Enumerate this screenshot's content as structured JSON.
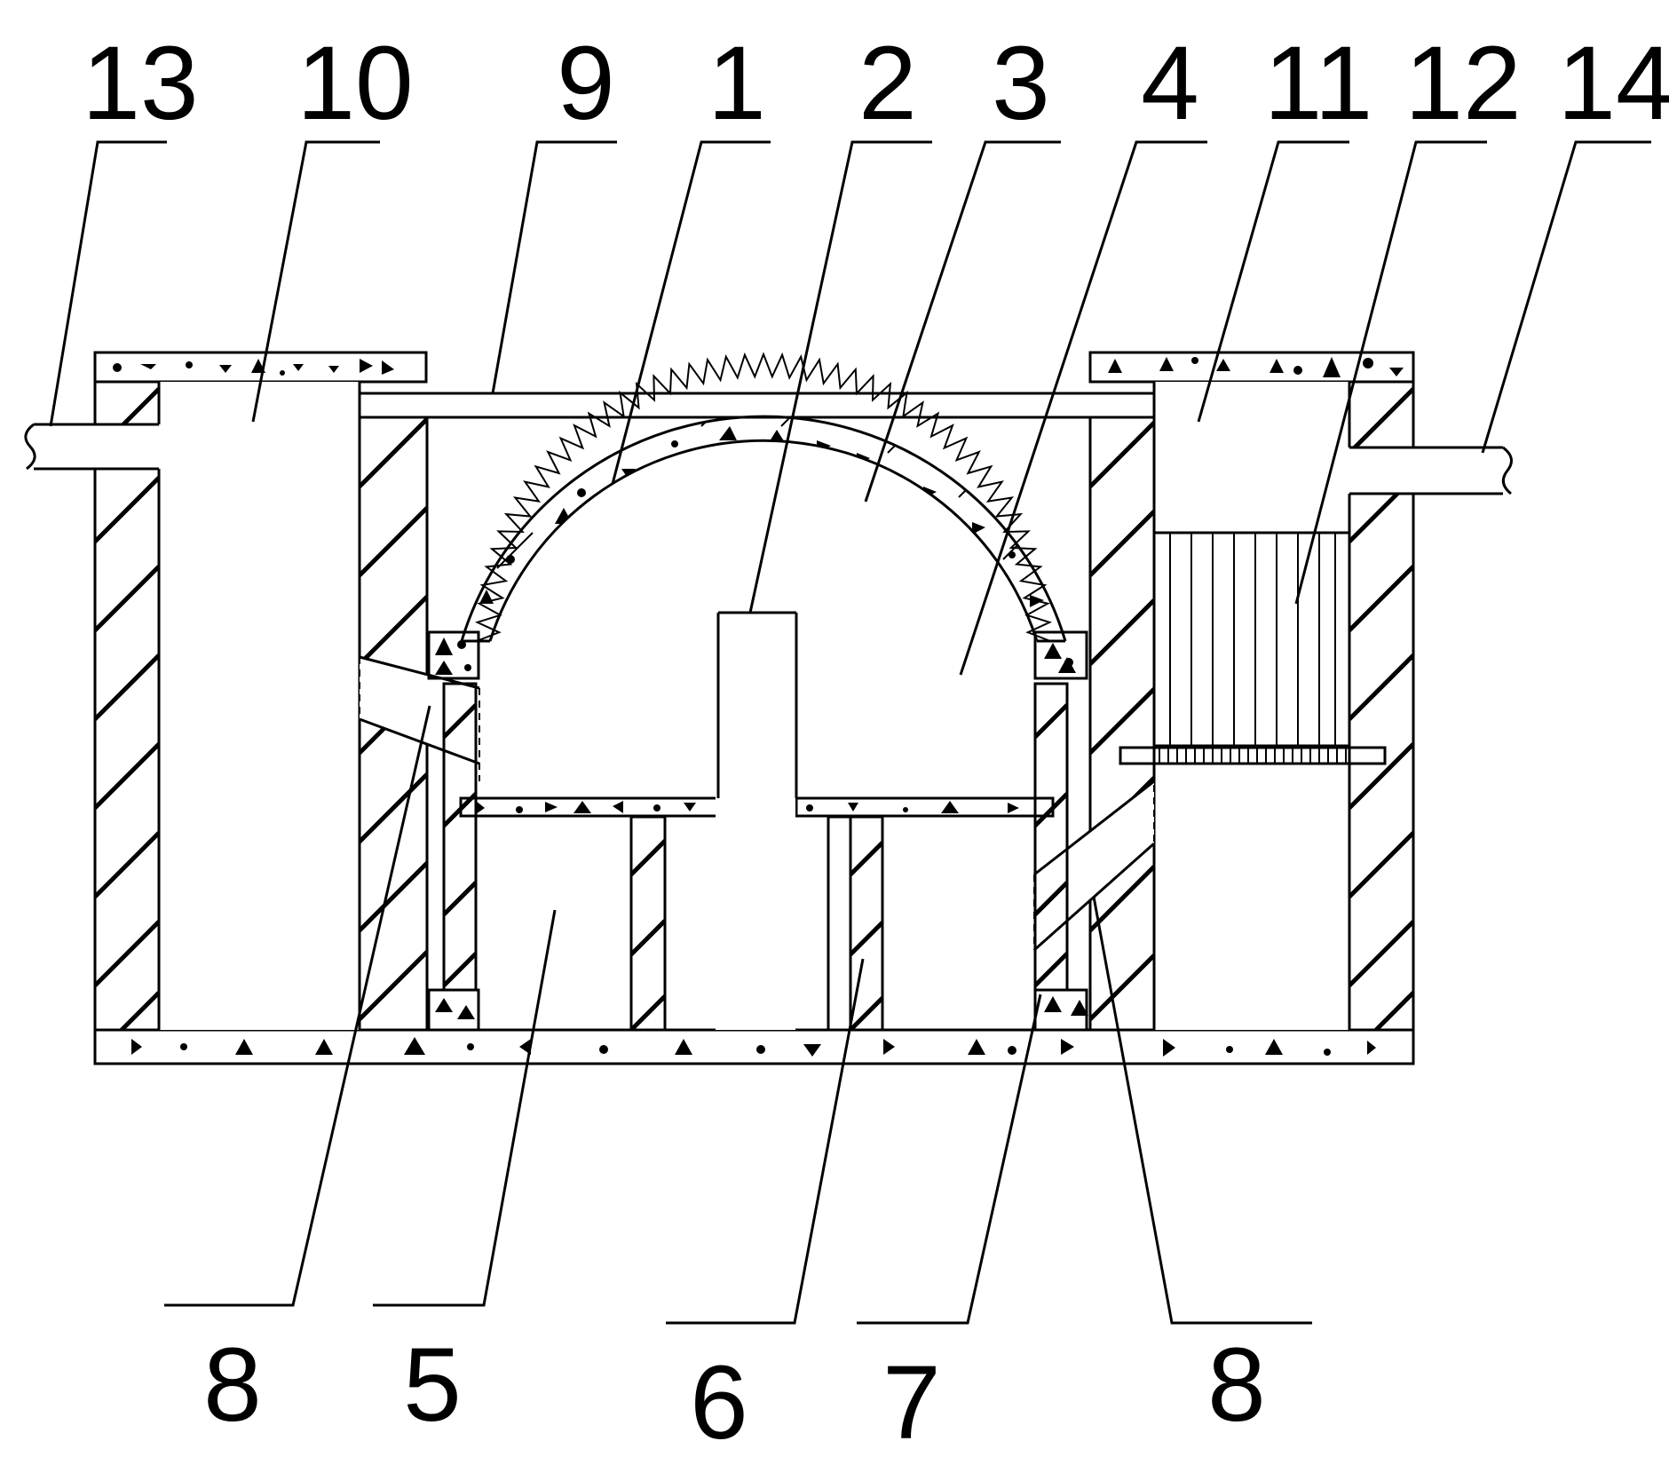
{
  "labels": {
    "l13": "13",
    "l10": "10",
    "l9": "9",
    "l1": "1",
    "l2": "2",
    "l3": "3",
    "l4": "4",
    "l11": "11",
    "l12": "12",
    "l14": "14",
    "l8a": "8",
    "l5": "5",
    "l6": "6",
    "l7": "7",
    "l8b": "8"
  },
  "colors": {
    "line": "#000000",
    "background": "#ffffff"
  }
}
